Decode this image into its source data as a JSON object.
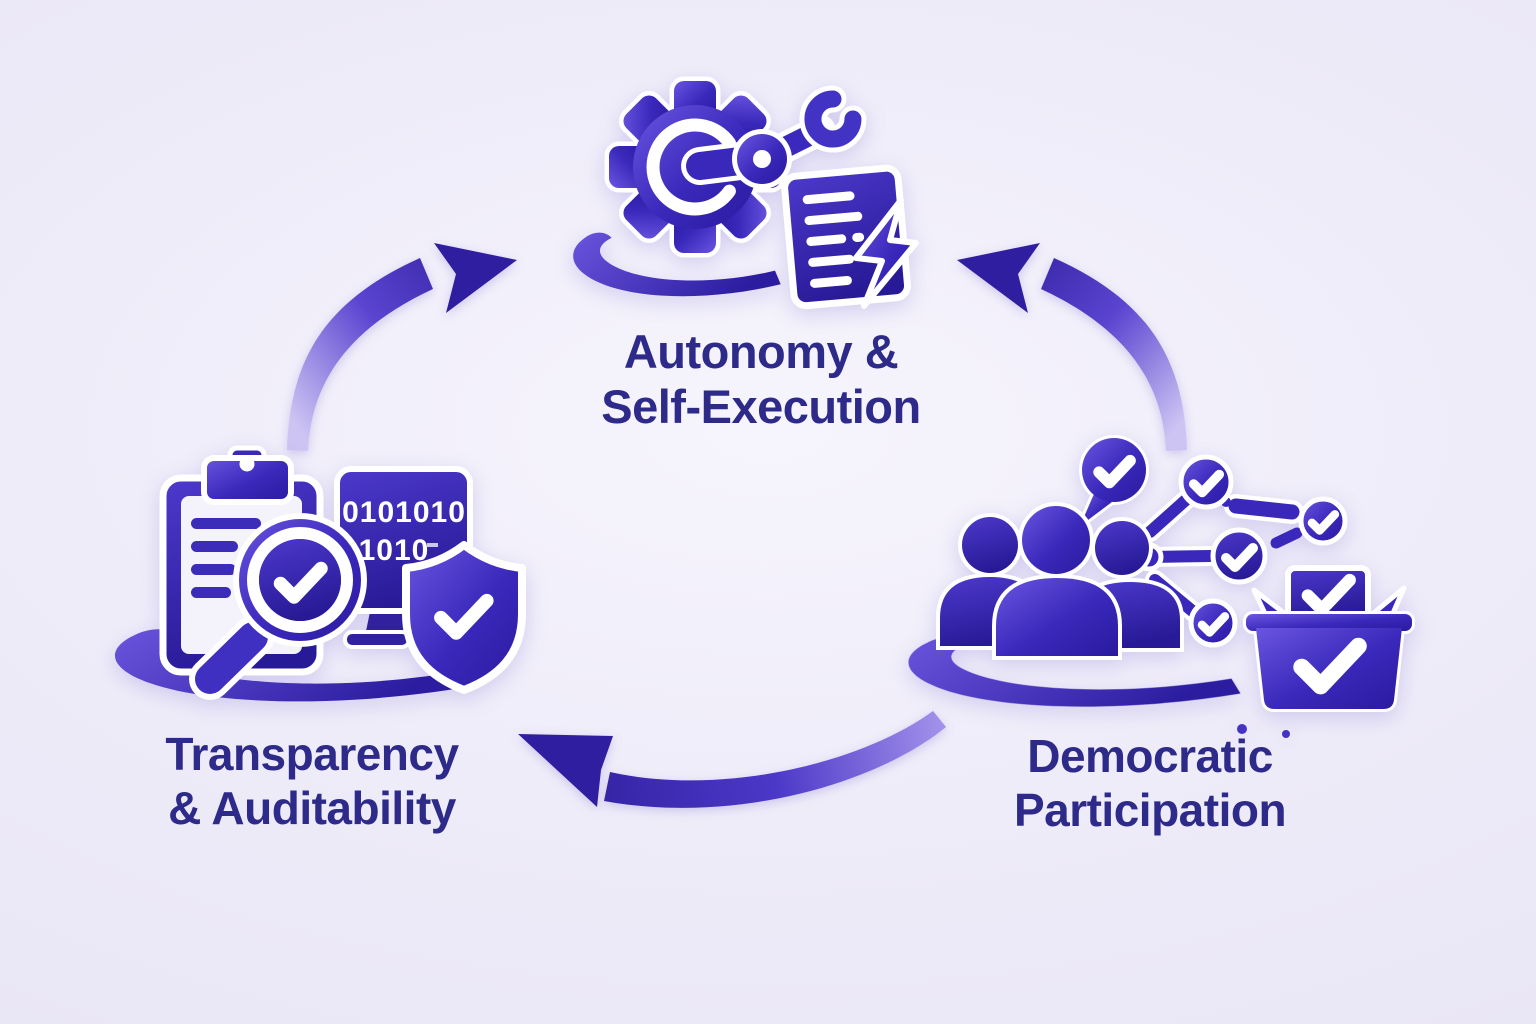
{
  "diagram": {
    "kind": "cycle-diagram",
    "nodes": [
      {
        "id": "autonomy",
        "label_line1": "Autonomy &",
        "label_line2": "Self-Execution",
        "icon": "gear-robotic-arm-document-lightning-icon",
        "position": "top"
      },
      {
        "id": "transparency",
        "label_line1": "Transparency",
        "label_line2": "& Auditability",
        "icon": "clipboard-magnifier-binary-monitor-shield-icon",
        "position": "left",
        "binary_line1": "0101010",
        "binary_line2": "1010"
      },
      {
        "id": "democratic",
        "label_line1": "Democratic",
        "label_line2": "Participation",
        "icon": "people-group-approval-network-ballot-box-icon",
        "position": "right"
      }
    ],
    "arrows": [
      {
        "from": "transparency",
        "to": "autonomy",
        "direction": "up-right"
      },
      {
        "from": "democratic",
        "to": "autonomy",
        "direction": "up-left"
      },
      {
        "from": "democratic",
        "to": "transparency",
        "direction": "left"
      }
    ],
    "colors": {
      "primary": "#3a28bb",
      "primary_dark": "#2a1a9e",
      "primary_light": "#6a55e0",
      "label_text": "#2d2a8a",
      "background": "#ebe8f8",
      "detail": "#ffffff"
    }
  }
}
